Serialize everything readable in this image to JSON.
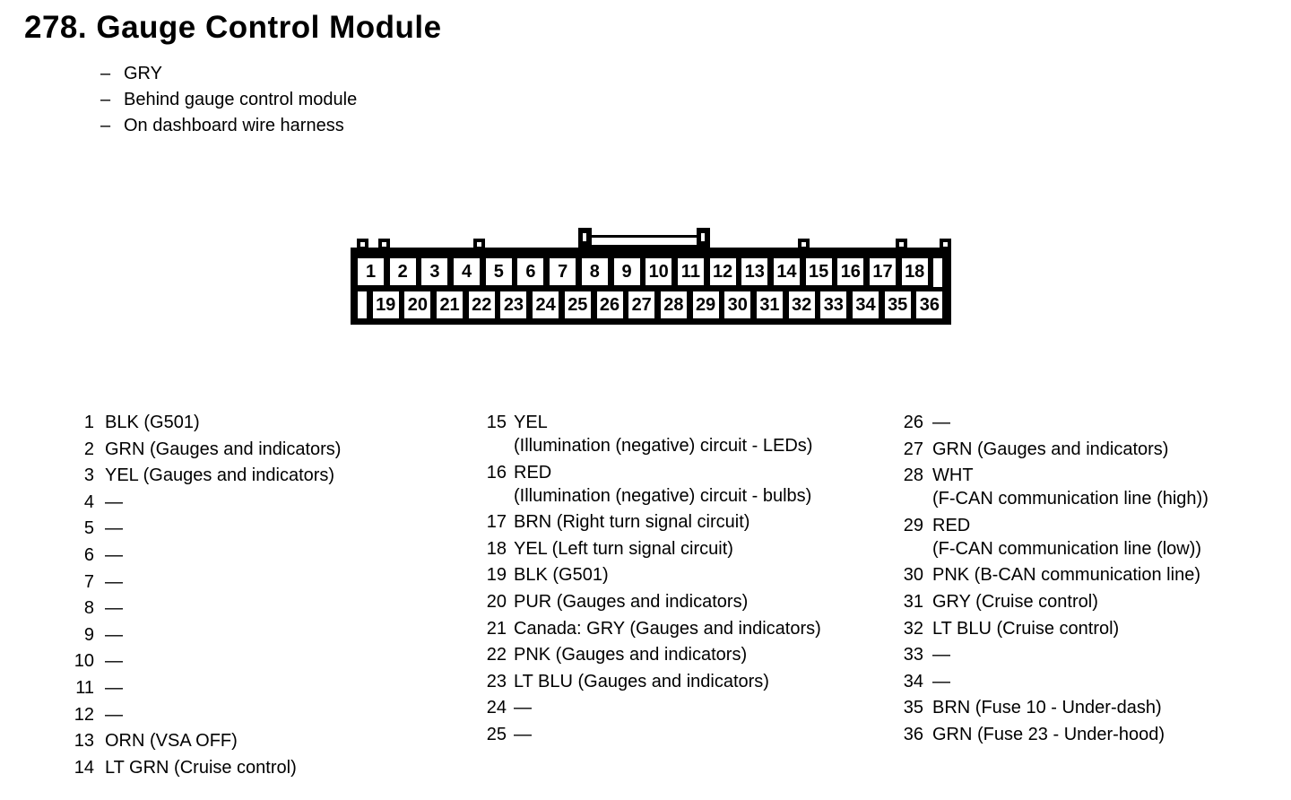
{
  "header": {
    "title": "278. Gauge Control Module",
    "bullet_dash": "–",
    "bullets": [
      "GRY",
      "Behind gauge control module",
      "On dashboard wire harness"
    ]
  },
  "connector": {
    "top_row": [
      "1",
      "2",
      "3",
      "4",
      "5",
      "6",
      "7",
      "8",
      "9",
      "10",
      "11",
      "12",
      "13",
      "14",
      "15",
      "16",
      "17",
      "18"
    ],
    "bottom_row": [
      "19",
      "20",
      "21",
      "22",
      "23",
      "24",
      "25",
      "26",
      "27",
      "28",
      "29",
      "30",
      "31",
      "32",
      "33",
      "34",
      "35",
      "36"
    ]
  },
  "pin_list": {
    "column1": [
      {
        "num": "1",
        "text": "BLK (G501)"
      },
      {
        "num": "2",
        "text": "GRN (Gauges and indicators)"
      },
      {
        "num": "3",
        "text": "YEL (Gauges and indicators)"
      },
      {
        "num": "4",
        "text": "—"
      },
      {
        "num": "5",
        "text": "—"
      },
      {
        "num": "6",
        "text": "—"
      },
      {
        "num": "7",
        "text": "—"
      },
      {
        "num": "8",
        "text": "—"
      },
      {
        "num": "9",
        "text": "—"
      },
      {
        "num": "10",
        "text": "—"
      },
      {
        "num": "11",
        "text": "—"
      },
      {
        "num": "12",
        "text": "—"
      },
      {
        "num": "13",
        "text": "ORN (VSA OFF)"
      },
      {
        "num": "14",
        "text": "LT GRN (Cruise control)"
      }
    ],
    "column2": [
      {
        "num": "15",
        "text": "YEL",
        "text2": "(Illumination (negative) circuit - LEDs)"
      },
      {
        "num": "16",
        "text": "RED",
        "text2": "(Illumination (negative) circuit - bulbs)"
      },
      {
        "num": "17",
        "text": "BRN (Right turn signal circuit)"
      },
      {
        "num": "18",
        "text": "YEL (Left turn signal circuit)"
      },
      {
        "num": "19",
        "text": "BLK (G501)"
      },
      {
        "num": "20",
        "text": "PUR (Gauges and indicators)"
      },
      {
        "num": "21",
        "text": "Canada: GRY (Gauges and indicators)"
      },
      {
        "num": "22",
        "text": "PNK (Gauges and indicators)"
      },
      {
        "num": "23",
        "text": "LT BLU (Gauges and indicators)"
      },
      {
        "num": "24",
        "text": "—"
      },
      {
        "num": "25",
        "text": "—"
      }
    ],
    "column3": [
      {
        "num": "26",
        "text": "—"
      },
      {
        "num": "27",
        "text": "GRN (Gauges and indicators)"
      },
      {
        "num": "28",
        "text": "WHT",
        "text2": "(F-CAN communication line (high))"
      },
      {
        "num": "29",
        "text": "RED",
        "text2": "(F-CAN communication line (low))"
      },
      {
        "num": "30",
        "text": "PNK (B-CAN communication line)"
      },
      {
        "num": "31",
        "text": "GRY (Cruise control)"
      },
      {
        "num": "32",
        "text": "LT BLU (Cruise control)"
      },
      {
        "num": "33",
        "text": "—"
      },
      {
        "num": "34",
        "text": "—"
      },
      {
        "num": "35",
        "text": "BRN (Fuse 10 - Under-dash)"
      },
      {
        "num": "36",
        "text": "GRN (Fuse 23 - Under-hood)"
      }
    ]
  },
  "colors": {
    "ink": "#000000",
    "paper": "#ffffff"
  }
}
